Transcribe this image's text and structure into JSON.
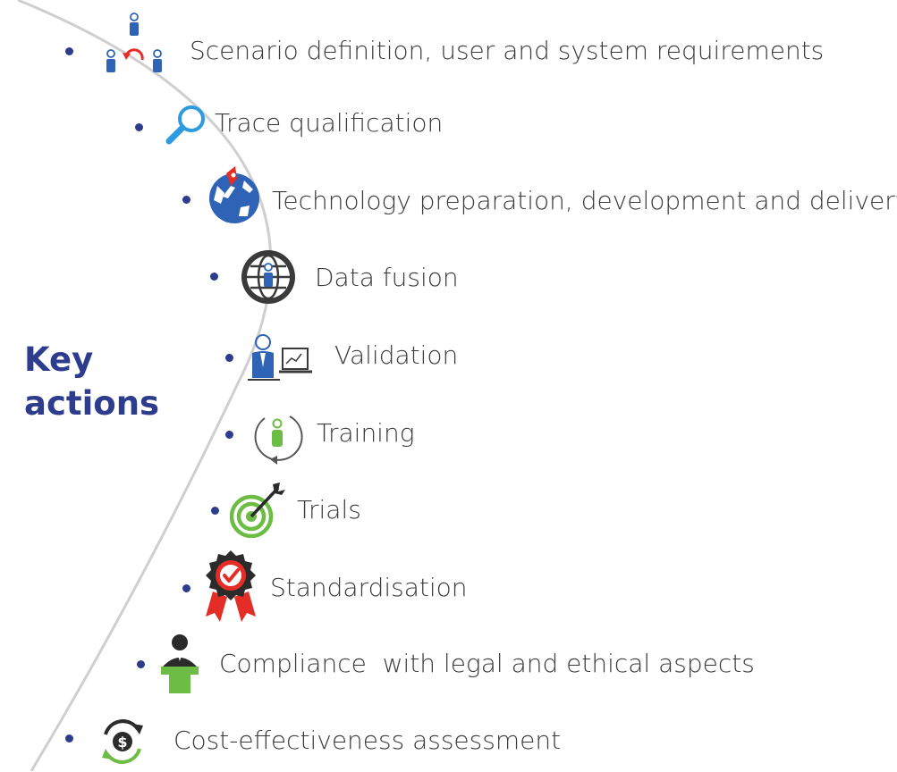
{
  "title": {
    "line1": "Key",
    "line2": "actions"
  },
  "colors": {
    "title_blue": "#2d3c8c",
    "arc_gray": "#cfcfcf",
    "icon_blue": "#2e63b5",
    "icon_red": "#e52d27",
    "icon_green": "#6dbd45",
    "icon_dark": "#2b2b2b",
    "icon_light_blue": "#2e9be0"
  },
  "actions": [
    {
      "label": "Scenario definition, user and system requirements",
      "icon": "people-cycle-icon"
    },
    {
      "label": "Trace qualification",
      "icon": "magnifier-icon"
    },
    {
      "label": "Technology preparation, development and delivery",
      "icon": "rocket-globe-icon"
    },
    {
      "label": "Data fusion",
      "icon": "globe-person-icon"
    },
    {
      "label": "Validation",
      "icon": "person-laptop-icon"
    },
    {
      "label": "Training",
      "icon": "person-cycle-icon"
    },
    {
      "label": "Trials",
      "icon": "target-dart-icon"
    },
    {
      "label": "Standardisation",
      "icon": "award-ribbon-icon"
    },
    {
      "label": "Compliance  with legal and ethical aspects",
      "icon": "speaker-podium-icon"
    },
    {
      "label": "Cost-effectiveness assessment",
      "icon": "dollar-cycle-icon"
    }
  ]
}
